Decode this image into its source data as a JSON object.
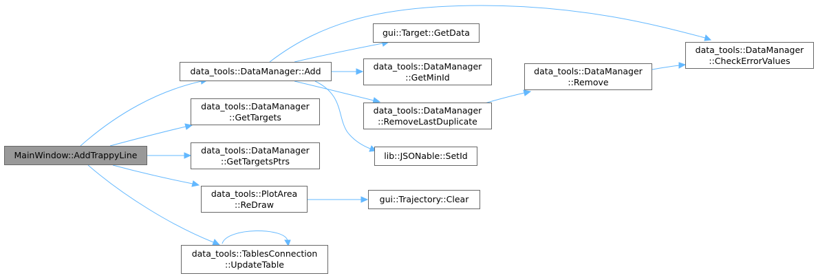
{
  "diagram": {
    "nodes": {
      "main": [
        "MainWindow::AddTrappyLine"
      ],
      "add": [
        "data_tools::DataManager::Add"
      ],
      "gettargets": [
        "data_tools::DataManager",
        "::GetTargets"
      ],
      "gettargetsptrs": [
        "data_tools::DataManager",
        "::GetTargetsPtrs"
      ],
      "redraw": [
        "data_tools::PlotArea",
        "::ReDraw"
      ],
      "updatetable": [
        "data_tools::TablesConnection",
        "::UpdateTable"
      ],
      "getdata": [
        "gui::Target::GetData"
      ],
      "getminid": [
        "data_tools::DataManager",
        "::GetMinId"
      ],
      "removelast": [
        "data_tools::DataManager",
        "::RemoveLastDuplicate"
      ],
      "setid": [
        "lib::JSONable::SetId"
      ],
      "clear": [
        "gui::Trajectory::Clear"
      ],
      "remove": [
        "data_tools::DataManager",
        "::Remove"
      ],
      "checkerror": [
        "data_tools::DataManager",
        "::CheckErrorValues"
      ]
    },
    "colors": {
      "edge": "#63b8ff",
      "border": "#666666",
      "root_fill": "#999999"
    }
  }
}
